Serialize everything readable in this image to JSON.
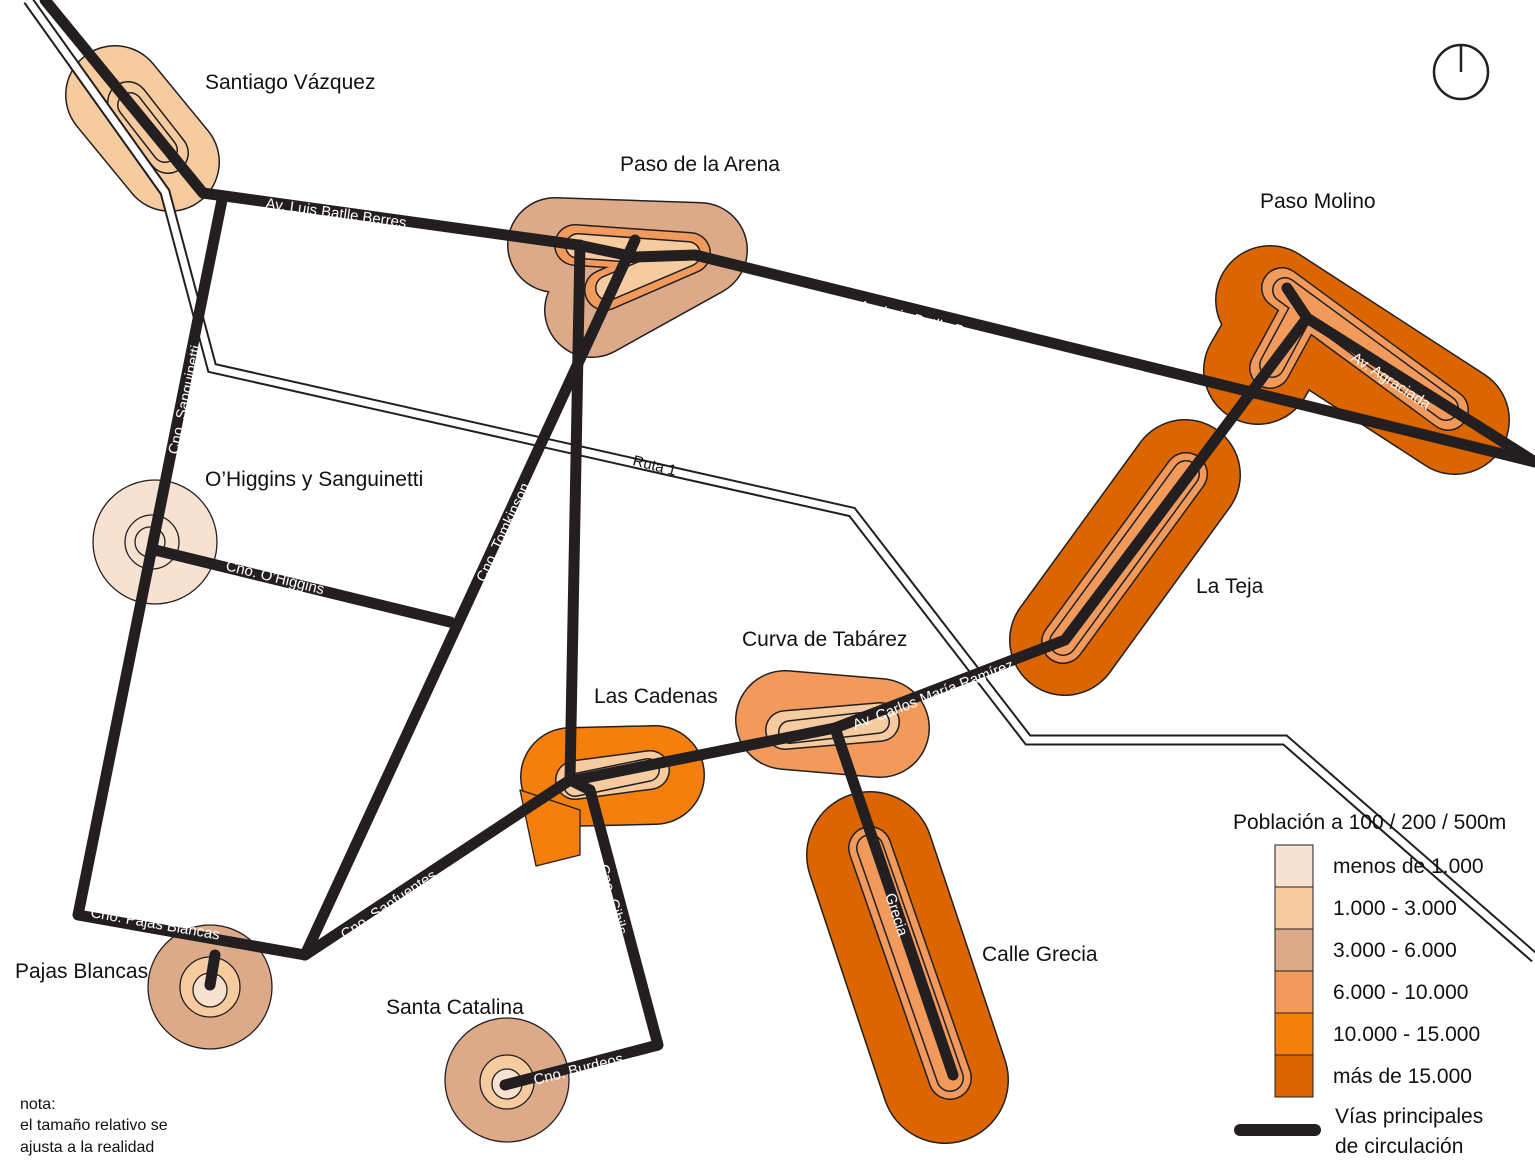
{
  "places": {
    "santiago_vazquez": "Santiago Vázquez",
    "paso_de_la_arena": "Paso de la Arena",
    "paso_molino": "Paso Molino",
    "ohiggins_sanguinetti": "O’Higgins y Sanguinetti",
    "la_teja": "La Teja",
    "curva_de_tabarez": "Curva de Tabárez",
    "las_cadenas": "Las Cadenas",
    "pajas_blancas": "Pajas Blancas",
    "santa_catalina": "Santa Catalina",
    "calle_grecia": "Calle Grecia"
  },
  "roads": {
    "luis_batlle_1": "Av. Luis Batlle Berres",
    "luis_batlle_2": "Av. Luis Batlle Berres",
    "agraciada": "Av. Agraciada",
    "sanguinetti": "Cno. Sanguinetti",
    "ohiggins": "Cno. O’Higgins",
    "tomkinson": "Cno. Tomkinson",
    "ruta1": "Ruta 1",
    "carlos_maria_ramirez": "Av. Carlos María Ramírez",
    "pajas_blancas": "Cno. Pajas Blancas",
    "sanfuentes": "Cno. Sanfuentes",
    "cibils": "Cno. Cibils",
    "burdeos": "Cno. Burdeos",
    "grecia": "Grecia"
  },
  "legend": {
    "title": "Población a 100 / 200 / 500m",
    "items": [
      {
        "label": "menos de 1.000",
        "color": "#f7e1d0"
      },
      {
        "label": "1.000 - 3.000",
        "color": "#f7cba0"
      },
      {
        "label": "3.000 - 6.000",
        "color": "#ddaa89"
      },
      {
        "label": "6.000 - 10.000",
        "color": "#f29a5c"
      },
      {
        "label": "10.000 - 15.000",
        "color": "#f57f0c"
      },
      {
        "label": "más de 15.000",
        "color": "#db6600"
      }
    ],
    "roads_line1": "Vías principales",
    "roads_line2": "de circulación"
  },
  "note": {
    "line1": "nota:",
    "line2": "el tamaño relativo se",
    "line3": "ajusta a la realidad"
  },
  "colors": {
    "road": "#231f20",
    "less_1000": "#f7e1d0",
    "c1000_3000": "#f7cba0",
    "c3000_6000": "#ddaa89",
    "c6000_10000": "#f29a5c",
    "c10000_15000": "#f57f0c",
    "more_15000": "#db6600"
  },
  "icons": {
    "north": "north-arrow-icon"
  }
}
